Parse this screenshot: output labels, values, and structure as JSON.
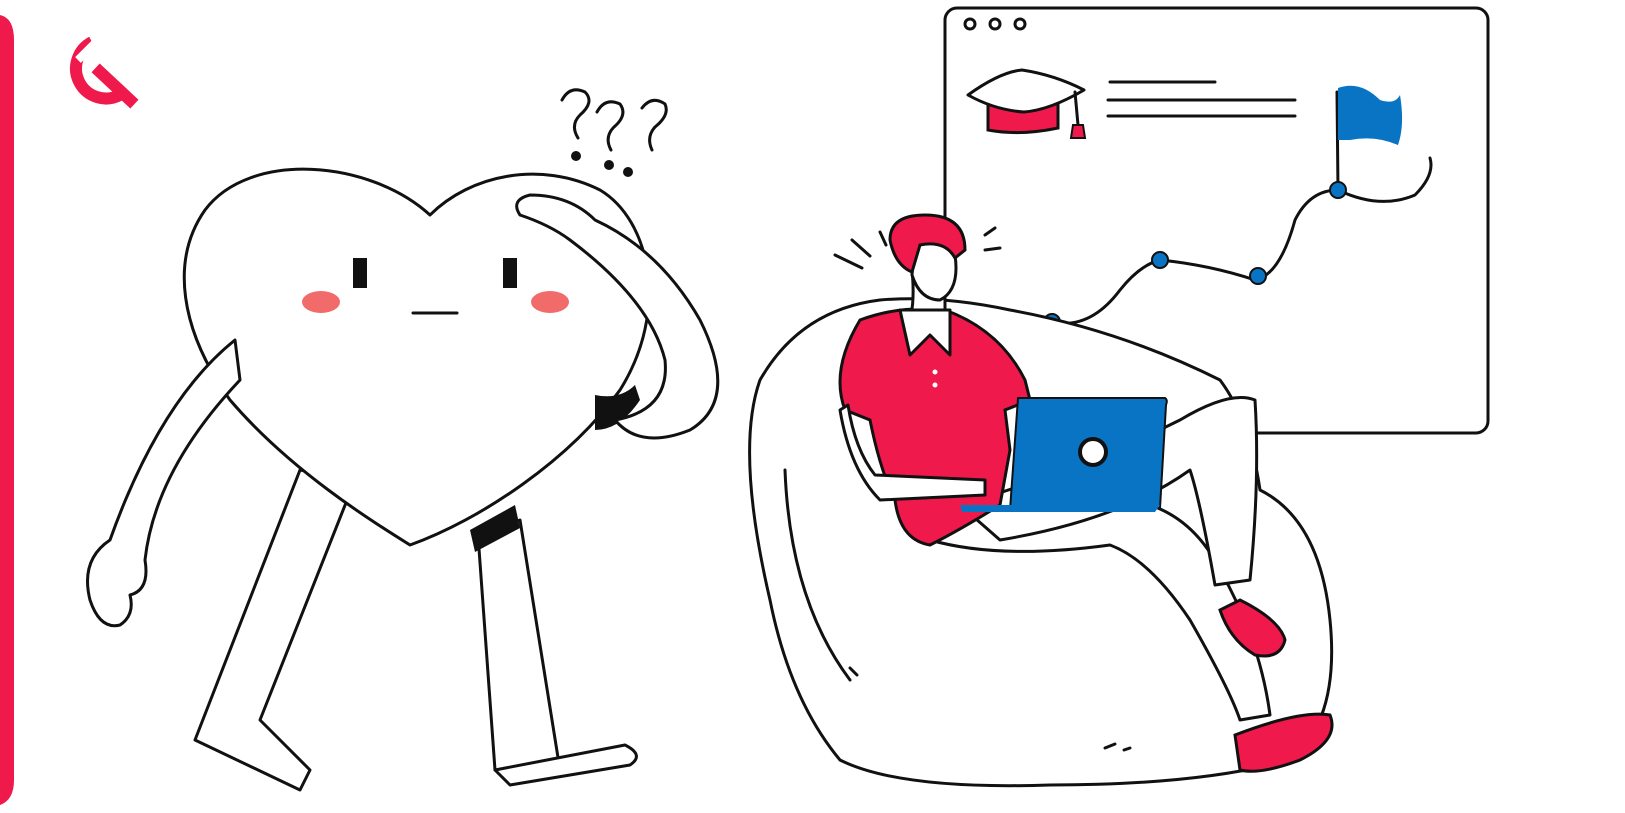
{
  "colors": {
    "accent": "#f0194b",
    "blue": "#0a74c4",
    "cheek": "#f26b6b",
    "outline": "#111111",
    "background": "#ffffff"
  },
  "logo": {
    "icon": "brand-logo-mark"
  },
  "illustration": {
    "left_character": "confused-heart-character",
    "question_marks": 3,
    "right_scene": "person-on-beanbag-with-laptop",
    "browser_window_dots": 3,
    "chart_points": 4
  }
}
